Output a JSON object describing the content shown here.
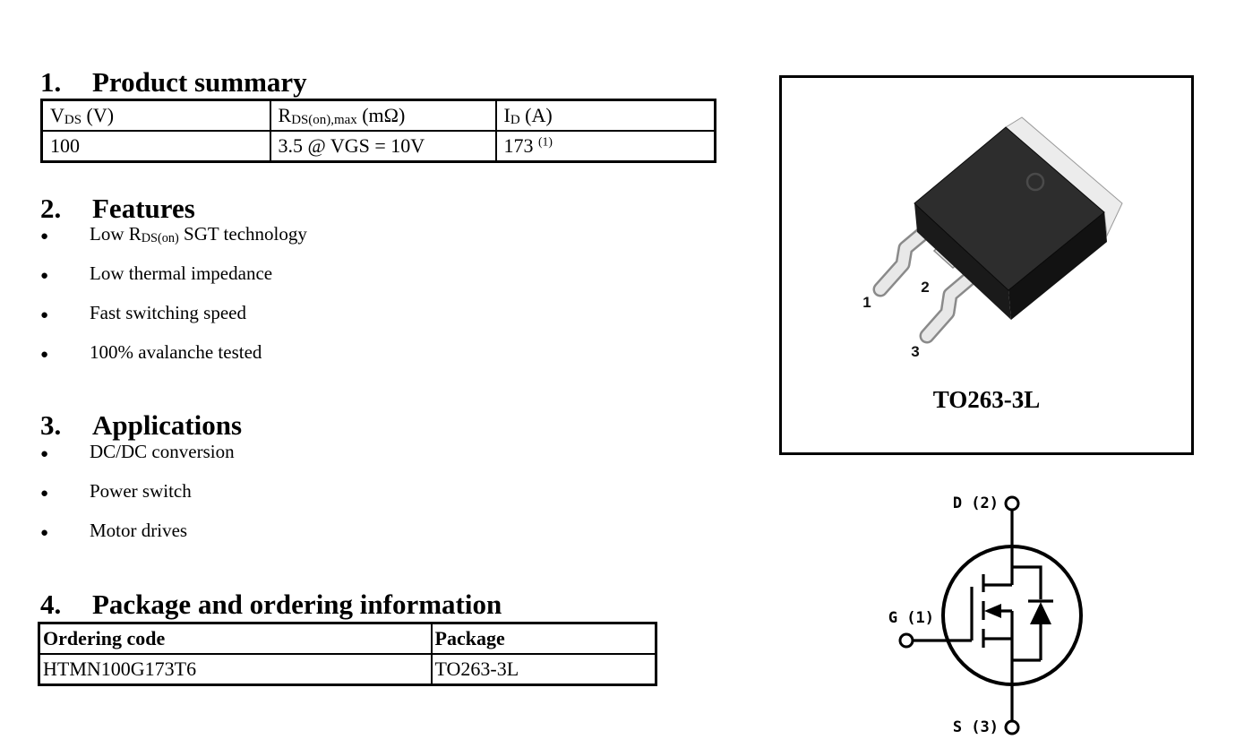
{
  "doc": {
    "sections": [
      {
        "number": "1.",
        "title": "Product summary"
      },
      {
        "number": "2.",
        "title": "Features"
      },
      {
        "number": "3.",
        "title": "Applications"
      },
      {
        "number": "4.",
        "title": "Package and ordering information"
      }
    ]
  },
  "summary_table": {
    "col1": {
      "base": "V",
      "sub": "DS",
      "unit": " (V)"
    },
    "col2": {
      "base": "R",
      "sub": "DS(on),max",
      "unit": " (mΩ)"
    },
    "col3": {
      "base": "I",
      "sub": "D",
      "unit": " (A)"
    },
    "row": {
      "vds": "100",
      "rdson": "3.5 @ VGS = 10V",
      "id": "173 ",
      "id_note": "(1)"
    }
  },
  "features": {
    "bullet": "●",
    "items": [
      {
        "pre": "Low R",
        "sub": "DS(on)",
        "post": " SGT technology"
      },
      {
        "pre": "Low thermal impedance"
      },
      {
        "pre": "Fast switching speed"
      },
      {
        "pre": "100% avalanche tested"
      }
    ]
  },
  "applications": {
    "bullet": "●",
    "items": [
      {
        "label": "DC/DC conversion"
      },
      {
        "label": "Power switch"
      },
      {
        "label": "Motor drives"
      }
    ]
  },
  "ordering_table": {
    "headers": [
      "Ordering code",
      "Package"
    ],
    "rows": [
      [
        "HTMN100G173T6",
        "TO263-3L"
      ]
    ]
  },
  "package": {
    "caption": "TO263-3L",
    "pins": [
      "1",
      "2",
      "3"
    ]
  },
  "mosfet": {
    "drain_label": "D (2)",
    "gate_label": "G (1)",
    "source_label": "S (3)"
  }
}
